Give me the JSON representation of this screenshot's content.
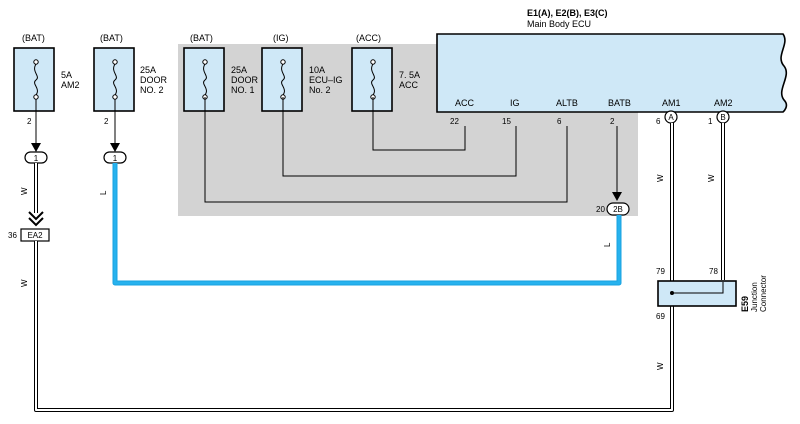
{
  "ecu": {
    "title": "E1(A), E2(B), E3(C)",
    "subtitle": "Main Body ECU",
    "pins": [
      {
        "name": "ACC",
        "num": "22"
      },
      {
        "name": "IG",
        "num": "15"
      },
      {
        "name": "ALTB",
        "num": "6"
      },
      {
        "name": "BATB",
        "num": "2"
      },
      {
        "name": "AM1",
        "num": "6",
        "conn": "A"
      },
      {
        "name": "AM2",
        "num": "1",
        "conn": "B"
      }
    ]
  },
  "fuses": [
    {
      "source": "(BAT)",
      "rating": "5A",
      "name1": "AM2",
      "name2": "",
      "pin": "2"
    },
    {
      "source": "(BAT)",
      "rating": "25A",
      "name1": "DOOR",
      "name2": "NO. 2",
      "pin": "2"
    },
    {
      "source": "(BAT)",
      "rating": "25A",
      "name1": "DOOR",
      "name2": "NO. 1"
    },
    {
      "source": "(IG)",
      "rating": "10A",
      "name1": "ECU–IG",
      "name2": "No. 2"
    },
    {
      "source": "(ACC)",
      "rating": "7. 5A",
      "name1": "ACC",
      "name2": ""
    }
  ],
  "connectors": {
    "j1a": "1",
    "j1b": "1",
    "ea2_pin": "36",
    "ea2": "EA2",
    "jb_pin": "20",
    "jb": "2B"
  },
  "junction": {
    "code": "E59",
    "name1": "Junction",
    "name2": "Connector",
    "pin_in1": "79",
    "pin_in2": "78",
    "pin_out": "69"
  },
  "wire_colors": {
    "w": "W",
    "l": "L"
  },
  "colors": {
    "fuse_fill": "#cfe8f7",
    "relay_box": "#d3d3d3",
    "ecu_fill": "#cfe8f7",
    "blue_wire": "#1aa3e0"
  }
}
